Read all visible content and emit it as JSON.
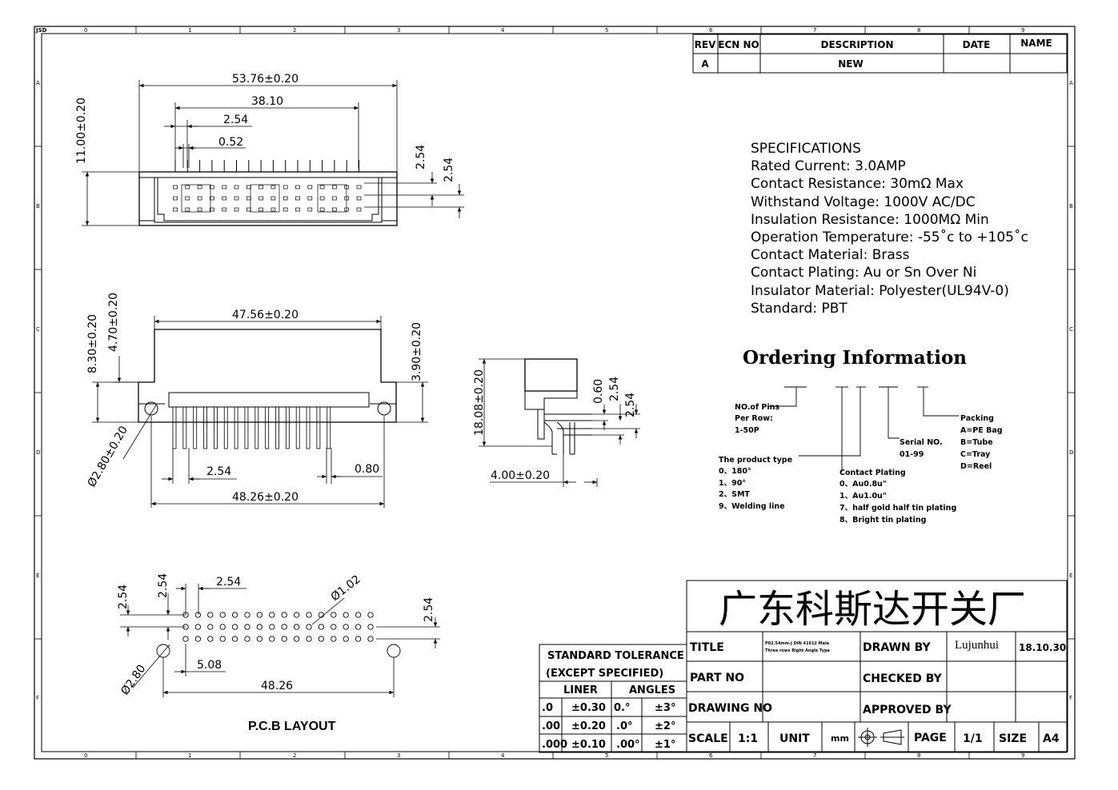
{
  "frame": {
    "corner_label": "JSD",
    "col_labels": [
      "0",
      "1",
      "2",
      "3",
      "4",
      "5",
      "6",
      "7",
      "8",
      "9"
    ],
    "row_labels": [
      "A",
      "B",
      "C",
      "D",
      "E",
      "F"
    ]
  },
  "revision": {
    "headers": [
      "REV",
      "ECN NO",
      "DESCRIPTION",
      "DATE",
      "NAME"
    ],
    "row": [
      "A",
      "",
      "NEW",
      "",
      ""
    ]
  },
  "specs": {
    "heading": "SPECIFICATIONS",
    "lines": [
      "Rated Current: 3.0AMP",
      "Contact Resistance: 30mΩ Max",
      "Withstand Voltage: 1000V AC/DC",
      "Insulation Resistance: 1000MΩ Min",
      "Operation Temperature: -55˚c to +105˚c",
      "Contact Material: Brass",
      "Contact Plating: Au or Sn Over Ni",
      "Insulator Material: Polyester(UL94V-0)",
      "Standard:          PBT"
    ]
  },
  "ordering": {
    "title": "Ordering Information",
    "pins": [
      "NO.of Pins",
      "Per Row:",
      "1-50P"
    ],
    "product_type": [
      "The product type",
      "0、180°",
      "1、90°",
      "2、SMT",
      "9、Welding line"
    ],
    "contact_plating": [
      "Contact Plating",
      "0、Au0.8u\"",
      "1、Au1.0u\"",
      "7、half gold half tin plating",
      "8、Bright tin plating"
    ],
    "serial": [
      "Serial NO.",
      "01-99"
    ],
    "packing": [
      "Packing",
      "A=PE Bag",
      "B=Tube",
      "C=Tray",
      "D=Reel"
    ]
  },
  "dims": {
    "top_width": "53.76±0.20",
    "top_pitch_span": "38.10",
    "top_pitch": "2.54",
    "top_pin": "0.52",
    "top_height": "11.00±0.20",
    "top_row_pitch_a": "2.54",
    "top_row_pitch_b": "2.54",
    "front_body": "47.56±0.20",
    "front_h1": "8.30±0.20",
    "front_h2": "4.70±0.20",
    "front_h3": "3.90±0.20",
    "front_hole": "Ø2.80±0.20",
    "front_pitch": "2.54",
    "front_pin": "0.80",
    "front_span": "48.26±0.20",
    "side_height": "18.08±0.20",
    "side_a": "0.60",
    "side_b": "2.54",
    "side_c": "2.54",
    "side_d": "4.00±0.20",
    "pcb_row1": "2.54",
    "pcb_row2": "2.54",
    "pcb_pitch": "2.54",
    "pcb_hole": "Ø1.02",
    "pcb_row3": "2.54",
    "pcb_mount": "Ø2.80",
    "pcb_offset": "5.08",
    "pcb_span": "48.26",
    "pcb_title": "P.C.B LAYOUT"
  },
  "tolerance": {
    "title1": "STANDARD TOLERANCE",
    "title2": "(EXCEPT   SPECIFIED)",
    "liner": "LINER",
    "angles": "ANGLES",
    "rows": [
      [
        ".0",
        "±0.30",
        "0.°",
        "±3°"
      ],
      [
        ".00",
        "±0.20",
        ".0°",
        "±2°"
      ],
      [
        ".000",
        "±0.10",
        ".00°",
        "±1°"
      ]
    ]
  },
  "titleblock": {
    "company": "广东科斯达开关厂",
    "title_label": "TITLE",
    "title_value_1": "P02.54mm-J DIN 41612 Male",
    "title_value_2": "Three rows Right Angle Type",
    "drawn_label": "DRAWN BY",
    "drawn_value": "Lujunhui",
    "drawn_date": "18.10.30",
    "part_label": "PART NO",
    "checked_label": "CHECKED BY",
    "drawing_label": "DRAWING NO",
    "approved_label": "APPROVED BY",
    "scale_label": "SCALE",
    "scale_value": "1:1",
    "unit_label": "UNIT",
    "unit_value": "mm",
    "page_label": "PAGE",
    "page_value": "1/1",
    "size_label": "SIZE",
    "size_value": "A4"
  }
}
